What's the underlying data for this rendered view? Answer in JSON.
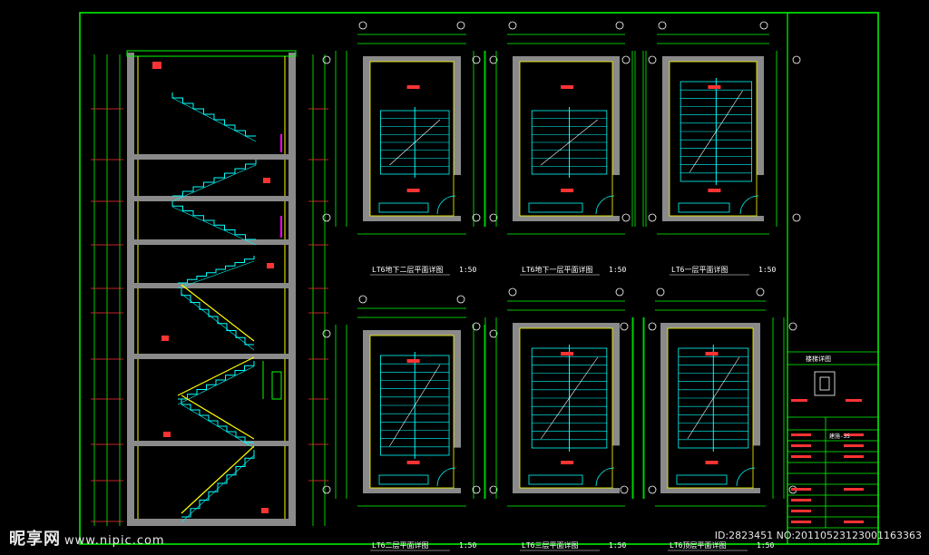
{
  "drawing": {
    "colors": {
      "background": "#000000",
      "frame": "#00ff00",
      "wall": "#8a8a8a",
      "stair": "#00ffff",
      "dim_red": "#ff3333",
      "accent_yellow": "#ffff00",
      "magenta": "#ff00ff",
      "white": "#ffffff"
    },
    "plans": [
      {
        "title": "LT6地下二层平面详图",
        "scale": "1:50"
      },
      {
        "title": "LT6地下一层平面详图",
        "scale": "1:50"
      },
      {
        "title": "LT6一层平面详图",
        "scale": "1:50"
      },
      {
        "title": "LT6二层平面详图",
        "scale": "1:50"
      },
      {
        "title": "LT6三层平面详图",
        "scale": "1:50"
      },
      {
        "title": "LT6顶层平面详图",
        "scale": "1:50"
      }
    ],
    "title_block": {
      "heading": "楼梯详图",
      "sheet_no": "建施-35"
    }
  },
  "watermark": {
    "brand": "昵享网",
    "url": "www.nipic.com"
  },
  "image_id": "ID:2823451 NO:20110523123001163363"
}
